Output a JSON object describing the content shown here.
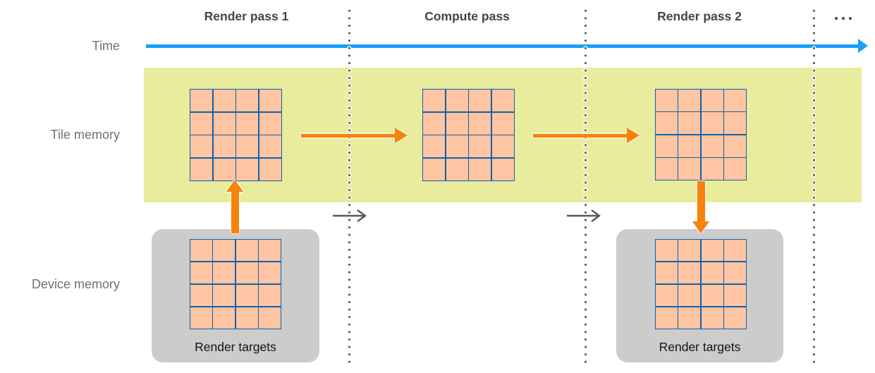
{
  "diagram": {
    "passes": [
      {
        "label": "Render pass 1"
      },
      {
        "label": "Compute pass"
      },
      {
        "label": "Render pass 2"
      },
      {
        "label": "..."
      }
    ],
    "rows": {
      "time": "Time",
      "tile_memory": "Tile memory",
      "device_memory": "Device memory"
    },
    "device_boxes": [
      {
        "label": "Render targets"
      },
      {
        "label": "Render targets"
      }
    ],
    "texture_grid": {
      "rows": 4,
      "cols": 4
    },
    "colors": {
      "timeline": "#18A0F4",
      "tile_band": "#E9EC9D",
      "grid_cell": "#FFC5A3",
      "grid_border": "#0F62A7",
      "arrow_orange": "#F7820D",
      "device_box": "#CCCCCC",
      "divider_dot": "#58585B",
      "header_text": "#454547",
      "row_label_text": "#707075",
      "box_label_text": "#131313"
    }
  }
}
